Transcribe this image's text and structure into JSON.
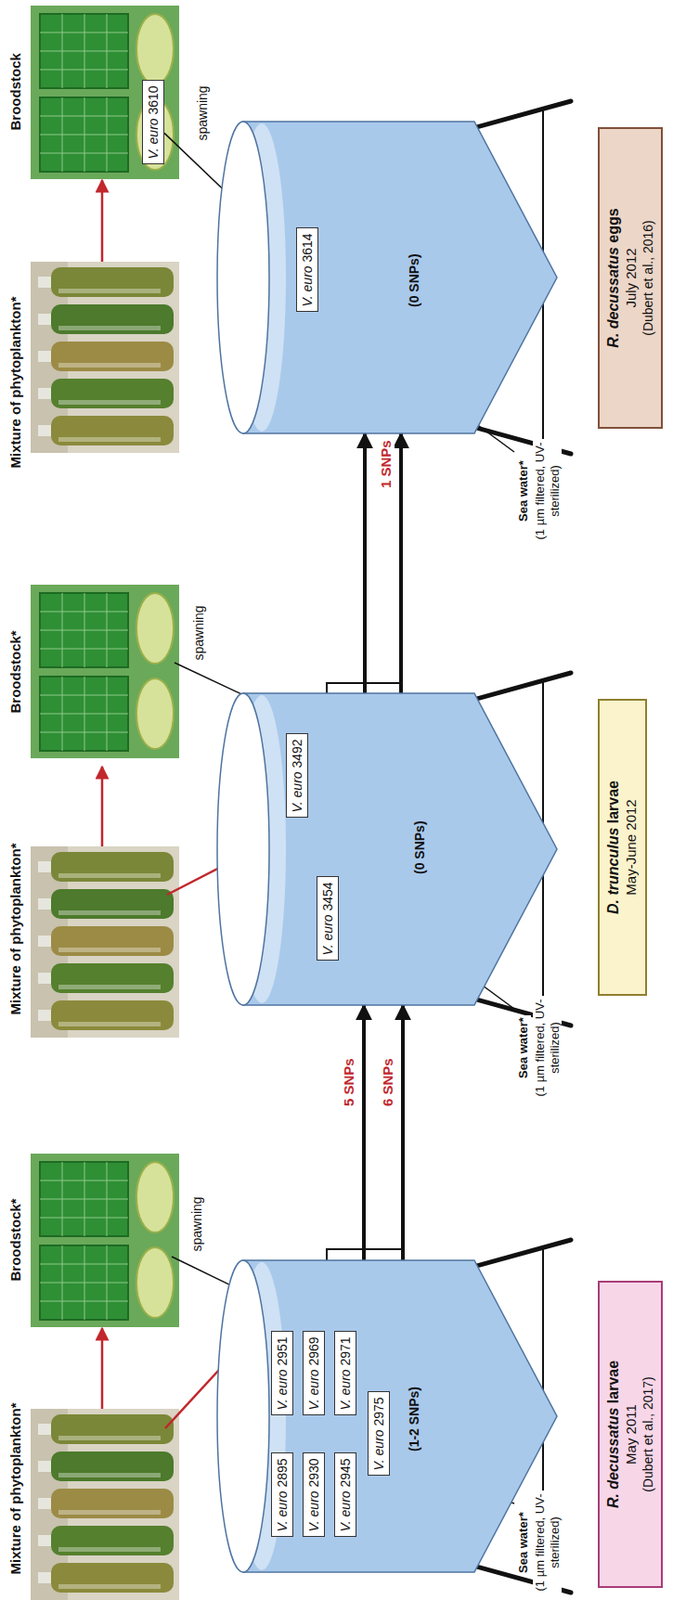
{
  "diagram": {
    "nodes": [
      {
        "text": [
          "(1-2 SNPs)"
        ]
      },
      {
        "text": [
          "V. euro 2895"
        ],
        "in": 0
      },
      {
        "text": [
          "V. euro 2951"
        ],
        "in": 0
      },
      {
        "text": [
          "V. euro 2930"
        ],
        "in": 0
      },
      {
        "text": [
          "V. euro 2969"
        ],
        "in": 0
      },
      {
        "text": [
          "V. euro 2945"
        ],
        "in": 0
      },
      {
        "text": [
          "V. euro 2971"
        ],
        "in": 0
      },
      {
        "text": [
          "V. euro 2975"
        ],
        "in": 0
      },
      {
        "text": [
          "R. decussatus larvae",
          "May 2011",
          "(Dubert et al., 2017)"
        ]
      },
      {
        "text": [
          "(0 SNPs)"
        ]
      },
      {
        "text": [
          "V. euro 3454"
        ],
        "in": 9
      },
      {
        "text": [
          "V. euro 3492"
        ],
        "in": 9
      },
      {
        "text": [
          "D. trunculus larvae",
          "May-June 2012"
        ]
      },
      {
        "text": [
          "(0 SNPs)"
        ]
      },
      {
        "text": [
          "V. euro 3614"
        ],
        "in": 13
      },
      {
        "text": [
          "R. decussatus eggs",
          "July 2012",
          "(Dubert et al., 2016)"
        ]
      },
      {
        "text": [
          "V. euro 3610"
        ]
      }
    ],
    "edges": [
      {
        "from": 0,
        "to": 9,
        "arrow": "to",
        "label": "5 SNPs"
      },
      {
        "from": 0,
        "to": 9,
        "arrow": "to",
        "label": "6 SNPs"
      },
      {
        "from": 9,
        "to": 13,
        "arrow": "to"
      },
      {
        "from": 9,
        "to": 13,
        "arrow": "to",
        "label": "1 SNPs"
      },
      {
        "from": 16,
        "to": 14,
        "arrow": "to",
        "label": "spawning"
      }
    ],
    "labels": [
      "Mixture of phytoplankton*",
      "Broodstock*",
      "spawning",
      "Sea water*",
      "(1 µm filtered, UV-sterilized)",
      "Mixture of phytoplankton*",
      "Broodstock*",
      "spawning",
      "Sea water*",
      "(1 µm filtered, UV-sterilized)",
      "Mixture of phytoplankton*",
      "Broodstock",
      "Sea water*",
      "(1 µm filtered, UV-sterilized)"
    ]
  }
}
